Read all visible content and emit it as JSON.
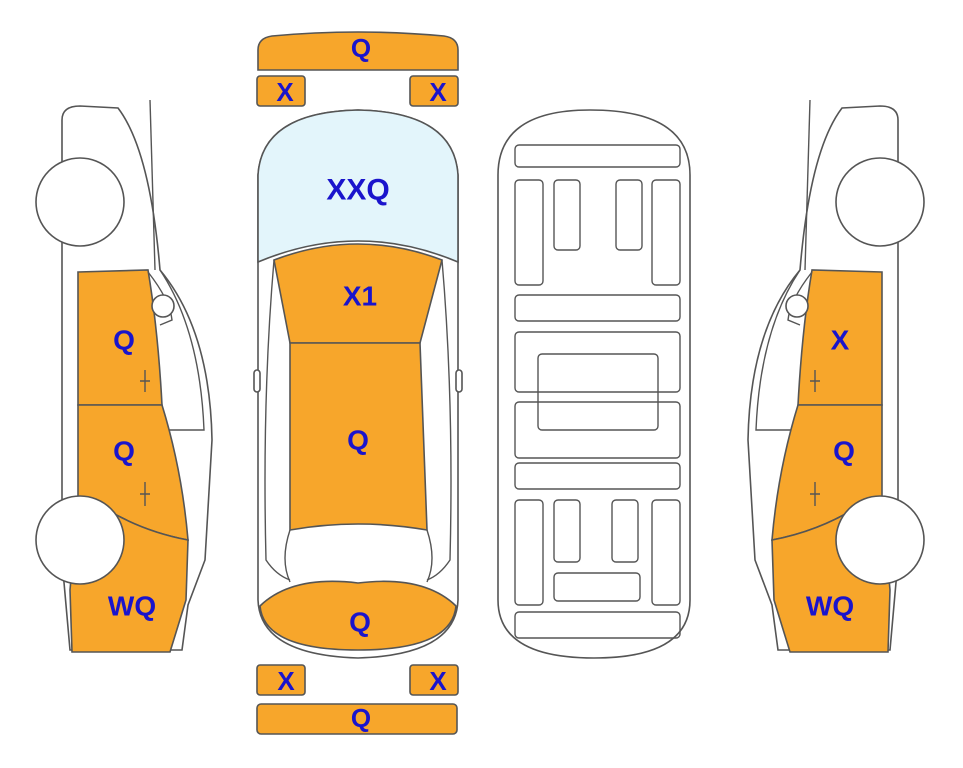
{
  "colors": {
    "damaged_panel": "#f7a62b",
    "glass_panel": "#e3f5fb",
    "label_text": "#1a14cc",
    "outline": "#555555",
    "background": "#ffffff"
  },
  "parts": {
    "front_bumper": "Q",
    "front_left_corner": "X",
    "front_right_corner": "X",
    "windshield": "XXQ",
    "hood": "X1",
    "roof": "Q",
    "trunk": "Q",
    "rear_left_corner": "X",
    "rear_right_corner": "X",
    "rear_bumper": "Q",
    "left_front_door": "Q",
    "left_rear_door": "Q",
    "left_rear_quarter": "WQ",
    "right_front_door": "X",
    "right_rear_door": "Q",
    "right_rear_quarter": "WQ"
  }
}
